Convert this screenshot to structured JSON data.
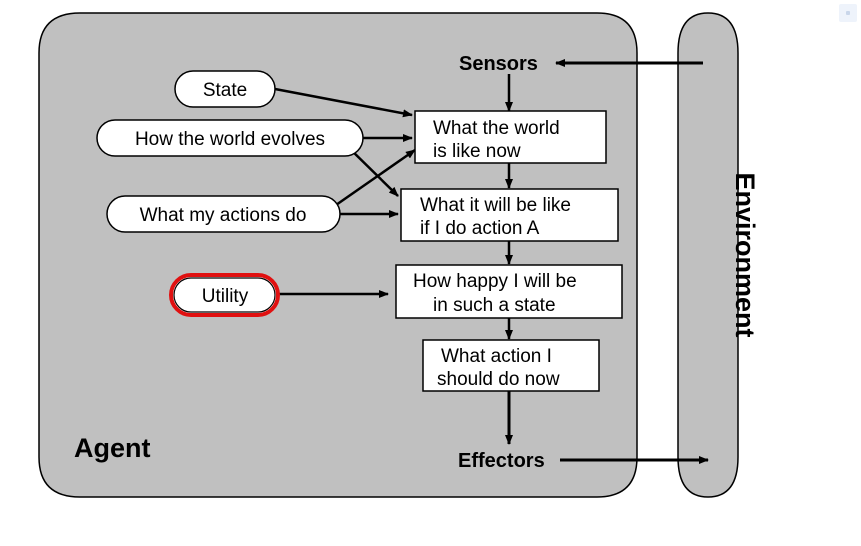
{
  "diagram": {
    "agent_label": "Agent",
    "environment_label": "Environment",
    "sensors_label": "Sensors",
    "effectors_label": "Effectors",
    "inputs": {
      "state": "State",
      "world_evolves": "How the world evolves",
      "actions_do": "What my actions do",
      "utility": "Utility"
    },
    "boxes": {
      "world_now": [
        "What the world",
        "is like now"
      ],
      "will_be_like": [
        "What it will be like",
        "if I do action A"
      ],
      "how_happy": [
        "How happy I will be",
        "in such a state"
      ],
      "what_action": [
        "What action I",
        "should do now"
      ]
    }
  },
  "colors": {
    "panel_fill": "#c0c0c0",
    "panel_stroke": "#000000",
    "highlight": "#e01010"
  }
}
